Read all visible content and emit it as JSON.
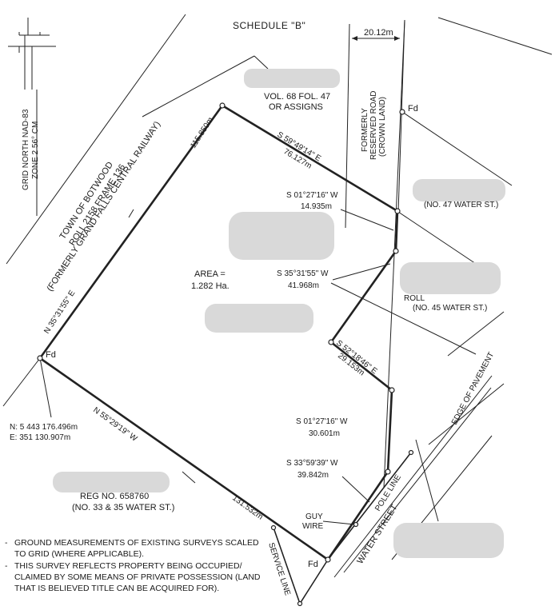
{
  "title": "SCHEDULE \"B\"",
  "grid_north": {
    "line1": "GRID NORTH NAD-83",
    "line2": "ZONE 2  56° CM"
  },
  "road_width": "20.12m",
  "reserved_road": {
    "line1": "FORMERLY",
    "line2": "RESERVED ROAD",
    "line3": "(CROWN LAND)"
  },
  "vol_ref": {
    "line1": "VOL. 68 FOL. 47",
    "line2": "OR ASSIGNS"
  },
  "fd_label": "Fd",
  "town": {
    "line1": "TOWN OF BOTWOOD",
    "line2": "ROLL 2158 FRAME 136",
    "line3": "(FORMERLY GRAND FALLS CENTRAL RAILWAY)"
  },
  "courses": {
    "nw_side": "115.850m",
    "north_bearing": "S 59°49'14\" E",
    "north_dist": "76.127m",
    "c1_bearing": "S 01°27'16\" W",
    "c1_dist": "14.935m",
    "c2_bearing": "S 35°31'55\" W",
    "c2_dist": "41.968m",
    "c3_bearing": "S 52°18'46\" E",
    "c3_dist": "29.153m",
    "c4_bearing": "S 01°27'16\" W",
    "c4_dist": "30.601m",
    "c5_bearing": "S 33°59'39\" W",
    "c5_dist": "39.842m",
    "west_bearing": "N 35°31'55\" E",
    "south_bearing": "N 55°29'19\" W",
    "south_dist": "131.532m"
  },
  "area": {
    "line1": "AREA =",
    "line2": "1.282 Ha."
  },
  "no47": "(NO. 47 WATER ST.)",
  "no45": "(NO. 45 WATER ST.)",
  "no45_partial": "ROLL",
  "edge_pavement": "EDGE OF PAVEMENT",
  "coords": {
    "n": "N: 5 443 176.496m",
    "e": "E: 351 130.907m"
  },
  "reg": {
    "line1": "REG NO. 658760",
    "line2": "(NO. 33 & 35 WATER ST.)"
  },
  "guy_wire": {
    "line1": "GUY",
    "line2": "WIRE"
  },
  "pole_line": "POLE LINE",
  "water_street": "WATER STREET",
  "service_line": "SERVICE LINE",
  "notes": [
    "GROUND MEASUREMENTS OF EXISTING SURVEYS SCALED TO GRID (WHERE APPLICABLE).",
    "THIS SURVEY REFLECTS PROPERTY BEING OCCUPIED/ CLAIMED BY SOME MEANS OF PRIVATE POSSESSION (LAND THAT IS BELIEVED TITLE CAN BE ACQUIRED FOR)."
  ]
}
